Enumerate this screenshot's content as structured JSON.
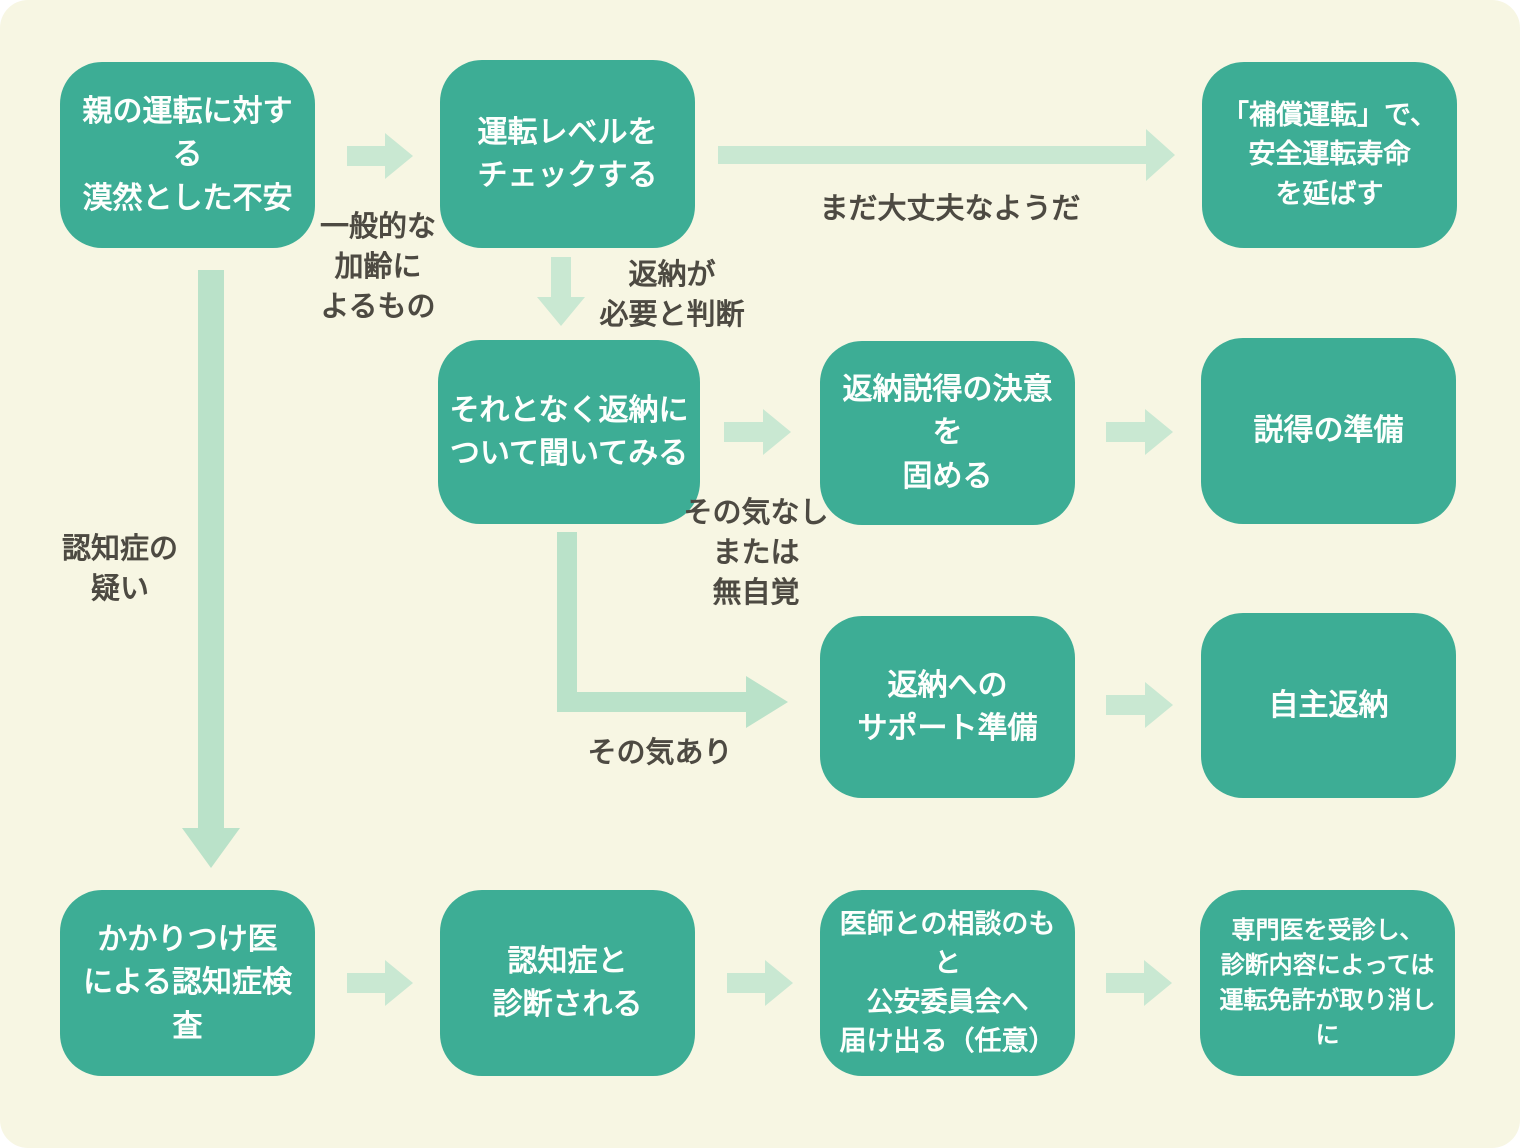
{
  "theme": {
    "background": "#F7F6E3",
    "box_color": "#3DAD95",
    "box_text_color": "#FDFFFD",
    "arrow_color": "#C9E8D2",
    "arrow_strong_color": "#BAE2C9",
    "label_text_color": "#4D4A42"
  },
  "boxes": [
    {
      "name": "vague-anxiety",
      "text": "親の運転に対する\n漠然とした不安"
    },
    {
      "name": "check-driving-level",
      "text": "運転レベルを\nチェックする"
    },
    {
      "name": "compensation-driving",
      "text": "「補償運転」で、\n安全運転寿命\nを延ばす"
    },
    {
      "name": "ask-about-return",
      "text": "それとなく返納に\nついて聞いてみる"
    },
    {
      "name": "resolve-to-persuade",
      "text": "返納説得の決意を\n固める"
    },
    {
      "name": "persuasion-preparation",
      "text": "説得の準備"
    },
    {
      "name": "support-preparation",
      "text": "返納への\nサポート準備"
    },
    {
      "name": "voluntary-return",
      "text": "自主返納"
    },
    {
      "name": "family-doctor-dementia-test",
      "text": "かかりつけ医\nによる認知症検査"
    },
    {
      "name": "diagnosed-with-dementia",
      "text": "認知症と\n診断される"
    },
    {
      "name": "report-to-public-safety-commission",
      "text": "医師との相談のもと\n公安委員会へ\n届け出る（任意）"
    },
    {
      "name": "specialist-license-revocation",
      "text": "専門医を受診し、\n診断内容によっては\n運転免許が取り消しに"
    }
  ],
  "labels": [
    {
      "name": "general-aging",
      "text": "一般的な\n加齢に\nよるもの"
    },
    {
      "name": "still-ok",
      "text": "まだ大丈夫なようだ"
    },
    {
      "name": "return-deemed-necessary",
      "text": "返納が\n必要と判断"
    },
    {
      "name": "no-intention-or-unaware",
      "text": "その気なし\nまたは\n無自覚"
    },
    {
      "name": "has-intention",
      "text": "その気あり"
    },
    {
      "name": "dementia-suspicion",
      "text": "認知症の\n疑い"
    }
  ]
}
